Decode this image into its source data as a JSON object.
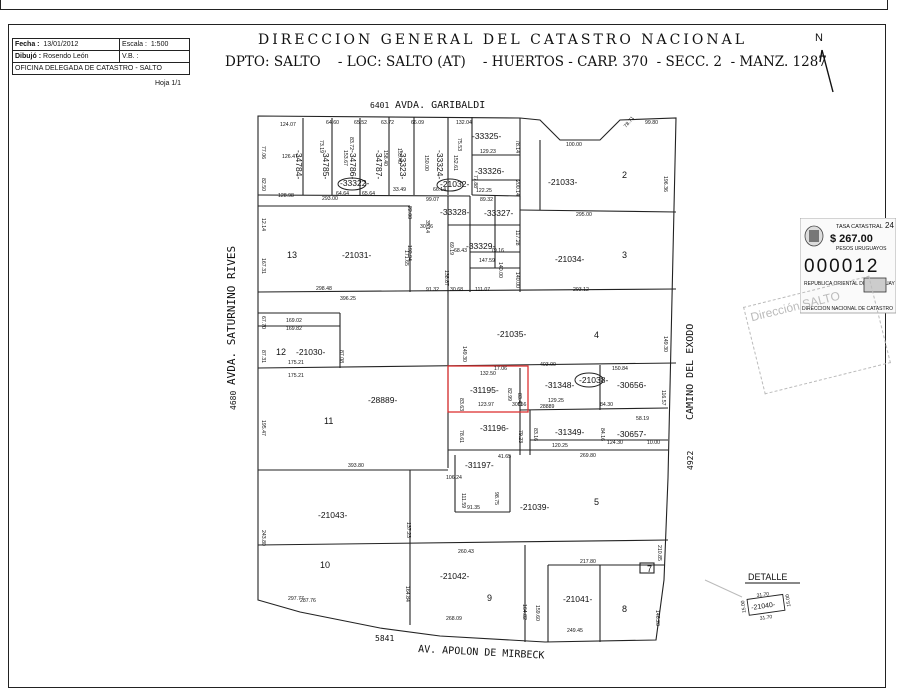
{
  "info": {
    "fecha_label": "Fecha :",
    "fecha": "13/01/2012",
    "escala_label": "Escala :",
    "escala": "1:500",
    "dibujo_label": "Dibujó :",
    "dibujo": "Rosendo León",
    "vb_label": "V.B. :",
    "oficina": "OFICINA DELEGADA DE CATASTRO - SALTO",
    "hoja": "Hoja 1/1"
  },
  "header": {
    "title": "DIRECCION GENERAL DEL CATASTRO NACIONAL",
    "subtitle": "DPTO: SALTO    - LOC: SALTO (AT)    - HUERTOS - CARP. 370  - SECC. 2  - MANZ. 1287",
    "north": "N"
  },
  "streets": {
    "top": "AVDA. GARIBALDI",
    "top_num": "6401",
    "left": "AVDA. SATURNINO RIVES",
    "left_num": "4680",
    "right": "CAMINO DEL EXODO",
    "right_num": "4922",
    "bottom": "AV. APOLON DE MIRBECK",
    "bottom_num": "5841"
  },
  "parcels": [
    {
      "n": "-33325-"
    },
    {
      "n": "-33324-"
    },
    {
      "n": "-33323-"
    },
    {
      "n": "-34787-"
    },
    {
      "n": "-34786-"
    },
    {
      "n": "-34785-"
    },
    {
      "n": "-34784-"
    },
    {
      "n": "-33322-"
    },
    {
      "n": "-21032-"
    },
    {
      "n": "-33326-"
    },
    {
      "n": "-21033-"
    },
    {
      "n": "-33328-"
    },
    {
      "n": "-33327-"
    },
    {
      "n": "-21031-"
    },
    {
      "n": "-33329-"
    },
    {
      "n": "-21034-"
    },
    {
      "n": "-21035-"
    },
    {
      "n": "-21030-"
    },
    {
      "n": "-28889-"
    },
    {
      "n": "-31195-"
    },
    {
      "n": "-31348-"
    },
    {
      "n": "-21038-"
    },
    {
      "n": "-30656-"
    },
    {
      "n": "-31196-"
    },
    {
      "n": "-31349-"
    },
    {
      "n": "-30657-"
    },
    {
      "n": "-31197-"
    },
    {
      "n": "-21039-"
    },
    {
      "n": "-21043-"
    },
    {
      "n": "-21042-"
    },
    {
      "n": "-21041-"
    }
  ],
  "lot_numbers": [
    "2",
    "3",
    "4",
    "5",
    "7",
    "8",
    "9",
    "10",
    "11",
    "12",
    "13"
  ],
  "dims": [
    "124.07",
    "64.60",
    "65.52",
    "63.72",
    "66.09",
    "132.04",
    "126.47",
    "77.06",
    "73.19",
    "83.72",
    "153.67",
    "158.40",
    "155.40",
    "150.00",
    "152.61",
    "75.53",
    "78.14",
    "100.00",
    "99.80",
    "78.71",
    "129.23",
    "128.98",
    "293.00",
    "64.64",
    "65.64",
    "33.49",
    "66.14",
    "122.25",
    "77.88",
    "82.50",
    "200.14",
    "196.36",
    "99.07",
    "89.32",
    "295.00",
    "12.14",
    "22.00",
    "35.14",
    "30.56",
    "69.19",
    "117.28",
    "167.31",
    "171.65",
    "192.94",
    "68.43",
    "79.16",
    "140.00",
    "138.87",
    "147.59",
    "140.00",
    "298.48",
    "91.32",
    "30.68",
    "111.07",
    "293.12",
    "396.25",
    "67.70",
    "169.02",
    "169.82",
    "149.30",
    "149.30",
    "87.31",
    "87.08",
    "175.21",
    "175.21",
    "403.00",
    "150.84",
    "132.50",
    "123.97",
    "129.25",
    "84.30",
    "82.99",
    "83.63",
    "83.43",
    "116.57",
    "195.47",
    "78.61",
    "79.23",
    "83.16",
    "84.16",
    "58.19",
    "120.25",
    "124.30",
    "10.00",
    "393.80",
    "41.65",
    "269.80",
    "106.24",
    "111.59",
    "98.75",
    "91.35",
    "243.80",
    "137.23",
    "297.77",
    "260.43",
    "217.80",
    "210.85",
    "164.84",
    "287.76",
    "268.09",
    "164.82",
    "159.60",
    "249.45",
    "146.20",
    "17.06",
    "30656",
    "28889"
  ],
  "detalle": {
    "label": "DETALLE",
    "parcel": "-21040-",
    "dims": [
      "31.70",
      "31.70",
      "15.00",
      "15.00"
    ]
  },
  "stamp": {
    "line1": "TASA CATASTRAL",
    "num": "24",
    "amount": "$ 267.00",
    "currency": "PESOS URUGUAYOS",
    "serial": "000012",
    "country": "REPUBLICA ORIENTAL DEL URUGUAY",
    "agency": "DIRECCION NACIONAL DE CATASTRO",
    "overprint": "Dirección SALTO"
  }
}
